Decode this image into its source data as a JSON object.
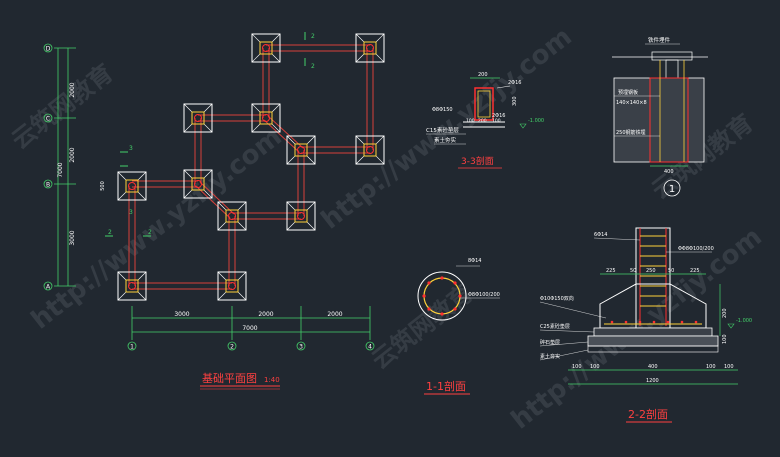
{
  "plan": {
    "title": "基础平面图",
    "scale": "1:40",
    "axis_letters": [
      "D",
      "C",
      "B",
      "A"
    ],
    "axis_numbers": [
      "1",
      "2",
      "3",
      "4"
    ],
    "vertical_dims": [
      "2000",
      "2000",
      "3000"
    ],
    "vertical_total": "7000",
    "horizontal_dims": [
      "3000",
      "2000",
      "2000"
    ],
    "horizontal_total": "7000",
    "section_marks": [
      "2",
      "2",
      "2",
      "2",
      "3",
      "3"
    ],
    "small_dims": [
      "500"
    ]
  },
  "section11": {
    "title": "1-1剖面",
    "rebar_main": "8Φ14",
    "rebar_stirrup": "Φ8Φ100/200"
  },
  "section22": {
    "title": "2-2剖面",
    "rebar_main": "6Φ14",
    "stirrup": "ΦΦ8Φ100/200",
    "bottom_rebar": "Φ10Φ150双向",
    "label_c25": "C25素砼垫层",
    "label_stone": "碎石垫层",
    "label_soil": "素土夯实",
    "dims_top": [
      "225",
      "50",
      "250",
      "50",
      "225"
    ],
    "dims_bottom": [
      "100",
      "100",
      "400",
      "100",
      "100"
    ],
    "total": "1200",
    "level": "-1.000",
    "side_dims": [
      "200",
      "100"
    ]
  },
  "section33": {
    "title": "3-3剖面",
    "dim_width": "200",
    "rebar_top": "2Φ16",
    "rebar_bottom": "2Φ16",
    "stirrup": "Φ8Φ150",
    "label_c15": "C15素砼垫层",
    "label_soil": "素土夯实",
    "dims": [
      "100",
      "200",
      "100"
    ],
    "side_dim": "300",
    "level": "-1.000"
  },
  "detail1": {
    "label_top": "铁件埋件",
    "label_plate": "预埋钢板",
    "label_plate_size": "140×140×8",
    "label_foot": "250钢筋铁埋",
    "dim": "400",
    "number": "1"
  },
  "watermark": {
    "url": "http://www.yzfjy.com",
    "name": "云筑网教育"
  }
}
